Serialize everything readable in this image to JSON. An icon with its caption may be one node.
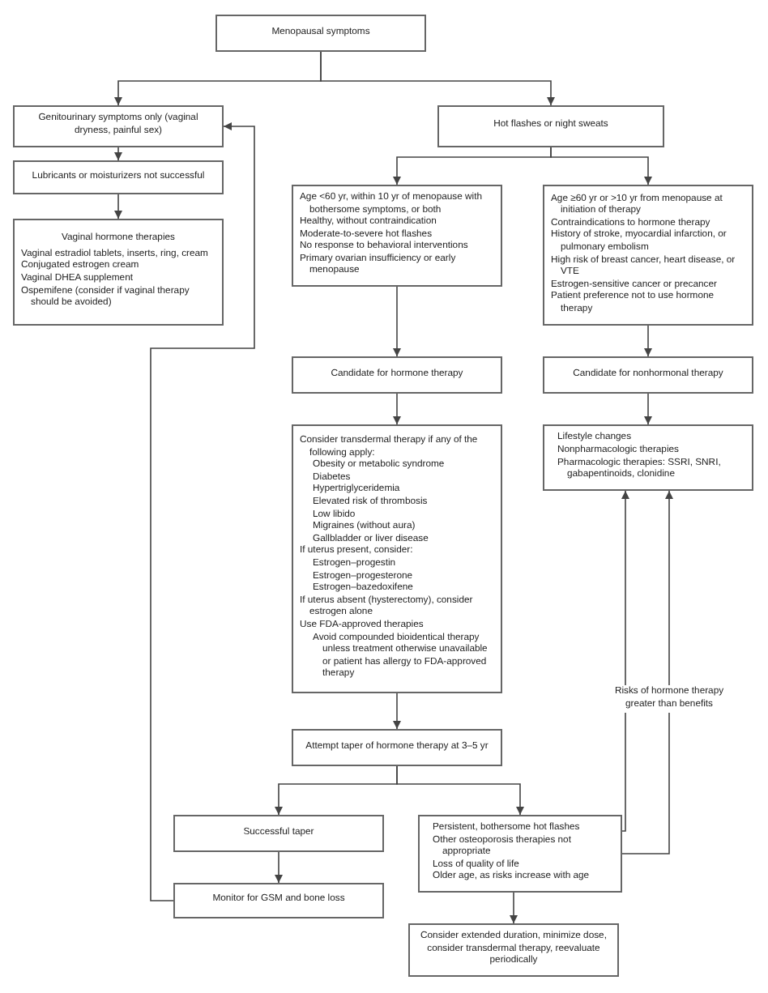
{
  "diagram": {
    "nodes": [
      {
        "text": [
          "Menopausal symptoms"
        ]
      },
      {
        "text": [
          "Genitourinary symptoms only (vaginal dryness, painful sex)"
        ]
      },
      {
        "text": [
          "Lubricants or moisturizers not successful"
        ]
      },
      {
        "text": [
          "Vaginal hormone therapies",
          "Vaginal estradiol tablets, inserts, ring, cream",
          "Conjugated estrogen cream",
          "Vaginal DHEA supplement",
          "Ospemifene (consider if vaginal therapy should be avoided)"
        ]
      },
      {
        "text": [
          "Hot flashes or night sweats"
        ]
      },
      {
        "text": [
          "Age <60 yr, within 10 yr of menopause with bothersome symptoms, or both",
          "Healthy, without contraindication",
          "Moderate-to-severe hot flashes",
          "No response to behavioral interventions",
          "Primary ovarian insufficiency or early menopause"
        ]
      },
      {
        "text": [
          "Age ≥60 yr or >10 yr from menopause at initiation of therapy",
          "Contraindications to hormone therapy",
          "History of stroke, myocardial infarction, or pulmonary embolism",
          "High risk of breast cancer, heart disease, or VTE",
          "Estrogen-sensitive cancer or precancer",
          "Patient preference not to use hormone therapy"
        ]
      },
      {
        "text": [
          "Candidate for hormone therapy"
        ]
      },
      {
        "text": [
          "Candidate for nonhormonal therapy"
        ]
      },
      {
        "text": [
          "Consider transdermal therapy if any of the following apply:",
          "Obesity or metabolic syndrome",
          "Diabetes",
          "Hypertriglyceridemia",
          "Elevated risk of thrombosis",
          "Low libido",
          "Migraines (without aura)",
          "Gallbladder or liver disease",
          "If uterus present, consider:",
          "Estrogen–progestin",
          "Estrogen–progesterone",
          "Estrogen–bazedoxifene",
          "If uterus absent (hysterectomy), consider estrogen alone",
          "Use FDA-approved therapies",
          "Avoid compounded bioidentical therapy unless treatment otherwise unavailable or patient has allergy to FDA-approved therapy"
        ]
      },
      {
        "text": [
          "Lifestyle changes",
          "Nonpharmacologic therapies",
          "Pharmacologic therapies: SSRI, SNRI, gabapentinoids, clonidine"
        ]
      },
      {
        "text": [
          "Attempt taper of hormone therapy at 3–5 yr"
        ]
      },
      {
        "text": [
          "Successful taper"
        ]
      },
      {
        "text": [
          "Persistent, bothersome hot flashes",
          "Other osteoporosis therapies not appropriate",
          "Loss of quality of life",
          "Older age, as risks increase with age"
        ]
      },
      {
        "text": [
          "Monitor for GSM and bone loss"
        ]
      },
      {
        "text": [
          "Consider extended duration, minimize dose, consider transdermal therapy, reevaluate periodically"
        ]
      }
    ],
    "edges": [
      {
        "from": 0,
        "to": 1,
        "arrow": "to"
      },
      {
        "from": 0,
        "to": 4,
        "arrow": "to"
      },
      {
        "from": 1,
        "to": 2,
        "arrow": "to"
      },
      {
        "from": 2,
        "to": 3,
        "arrow": "to"
      },
      {
        "from": 4,
        "to": 5,
        "arrow": "to"
      },
      {
        "from": 4,
        "to": 6,
        "arrow": "to"
      },
      {
        "from": 5,
        "to": 7,
        "arrow": "to"
      },
      {
        "from": 6,
        "to": 8,
        "arrow": "to"
      },
      {
        "from": 7,
        "to": 9,
        "arrow": "to"
      },
      {
        "from": 8,
        "to": 10,
        "arrow": "to"
      },
      {
        "from": 9,
        "to": 11,
        "arrow": "to"
      },
      {
        "from": 11,
        "to": 12,
        "arrow": "to"
      },
      {
        "from": 11,
        "to": 13,
        "arrow": "to"
      },
      {
        "from": 12,
        "to": 14,
        "arrow": "to"
      },
      {
        "from": 13,
        "to": 15,
        "arrow": "to"
      },
      {
        "from": 13,
        "to": 10,
        "arrow": "to"
      },
      {
        "from": 13,
        "to": 10,
        "arrow": "to",
        "label": "Risks of hormone therapy greater than benefits"
      },
      {
        "from": 14,
        "to": 1,
        "arrow": "to"
      }
    ]
  }
}
